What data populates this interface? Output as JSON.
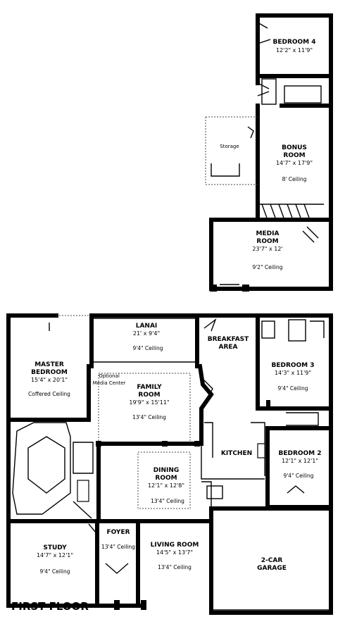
{
  "floor_label": "FIRST FLOOR",
  "upper": {
    "bedroom4": {
      "name": "BEDROOM 4",
      "size": "12'2\" x 11'9\""
    },
    "storage": {
      "name": "Storage"
    },
    "bonus": {
      "name_line1": "BONUS",
      "name_line2": "ROOM",
      "size": "14'7\" x 17'9\"",
      "ceiling": "8' Ceiling"
    },
    "media": {
      "name_line1": "MEDIA",
      "name_line2": "ROOM",
      "size": "23'7\" x 12'",
      "ceiling": "9'2\" Ceiling"
    }
  },
  "first": {
    "lanai": {
      "name": "LANAI",
      "size": "21' x 9'4\"",
      "ceiling": "9'4\" Ceiling"
    },
    "breakfast": {
      "name_line1": "BREAKFAST",
      "name_line2": "AREA"
    },
    "master": {
      "name_line1": "MASTER",
      "name_line2": "BEDROOM",
      "size": "15'4\" x 20'1\"",
      "ceiling": "Coffered Ceiling"
    },
    "media_center": {
      "line1": "Optional",
      "line2": "Media Center"
    },
    "family": {
      "name_line1": "FAMILY",
      "name_line2": "ROOM",
      "size": "19'9\" x 15'11\"",
      "ceiling": "13'4\" Ceiling"
    },
    "bedroom3": {
      "name": "BEDROOM 3",
      "size": "14'3\" x 11'9\"",
      "ceiling": "9'4\" Ceiling"
    },
    "kitchen": {
      "name": "KITCHEN"
    },
    "bedroom2": {
      "name": "BEDROOM 2",
      "size": "12'1\" x 12'1\"",
      "ceiling": "9'4\" Ceiling"
    },
    "dining": {
      "name_line1": "DINING",
      "name_line2": "ROOM",
      "size": "12'1\" x 12'8\"",
      "ceiling": "13'4\" Ceiling"
    },
    "foyer": {
      "name": "FOYER",
      "ceiling": "13'4\" Ceiling"
    },
    "study": {
      "name": "STUDY",
      "size": "14'7\" x 12'1\"",
      "ceiling": "9'4\" Ceiling"
    },
    "living": {
      "name": "LIVING ROOM",
      "size": "14'5\" x 13'7\"",
      "ceiling": "13'4\" Ceiling"
    },
    "garage": {
      "name_line1": "2-CAR",
      "name_line2": "GARAGE"
    }
  }
}
